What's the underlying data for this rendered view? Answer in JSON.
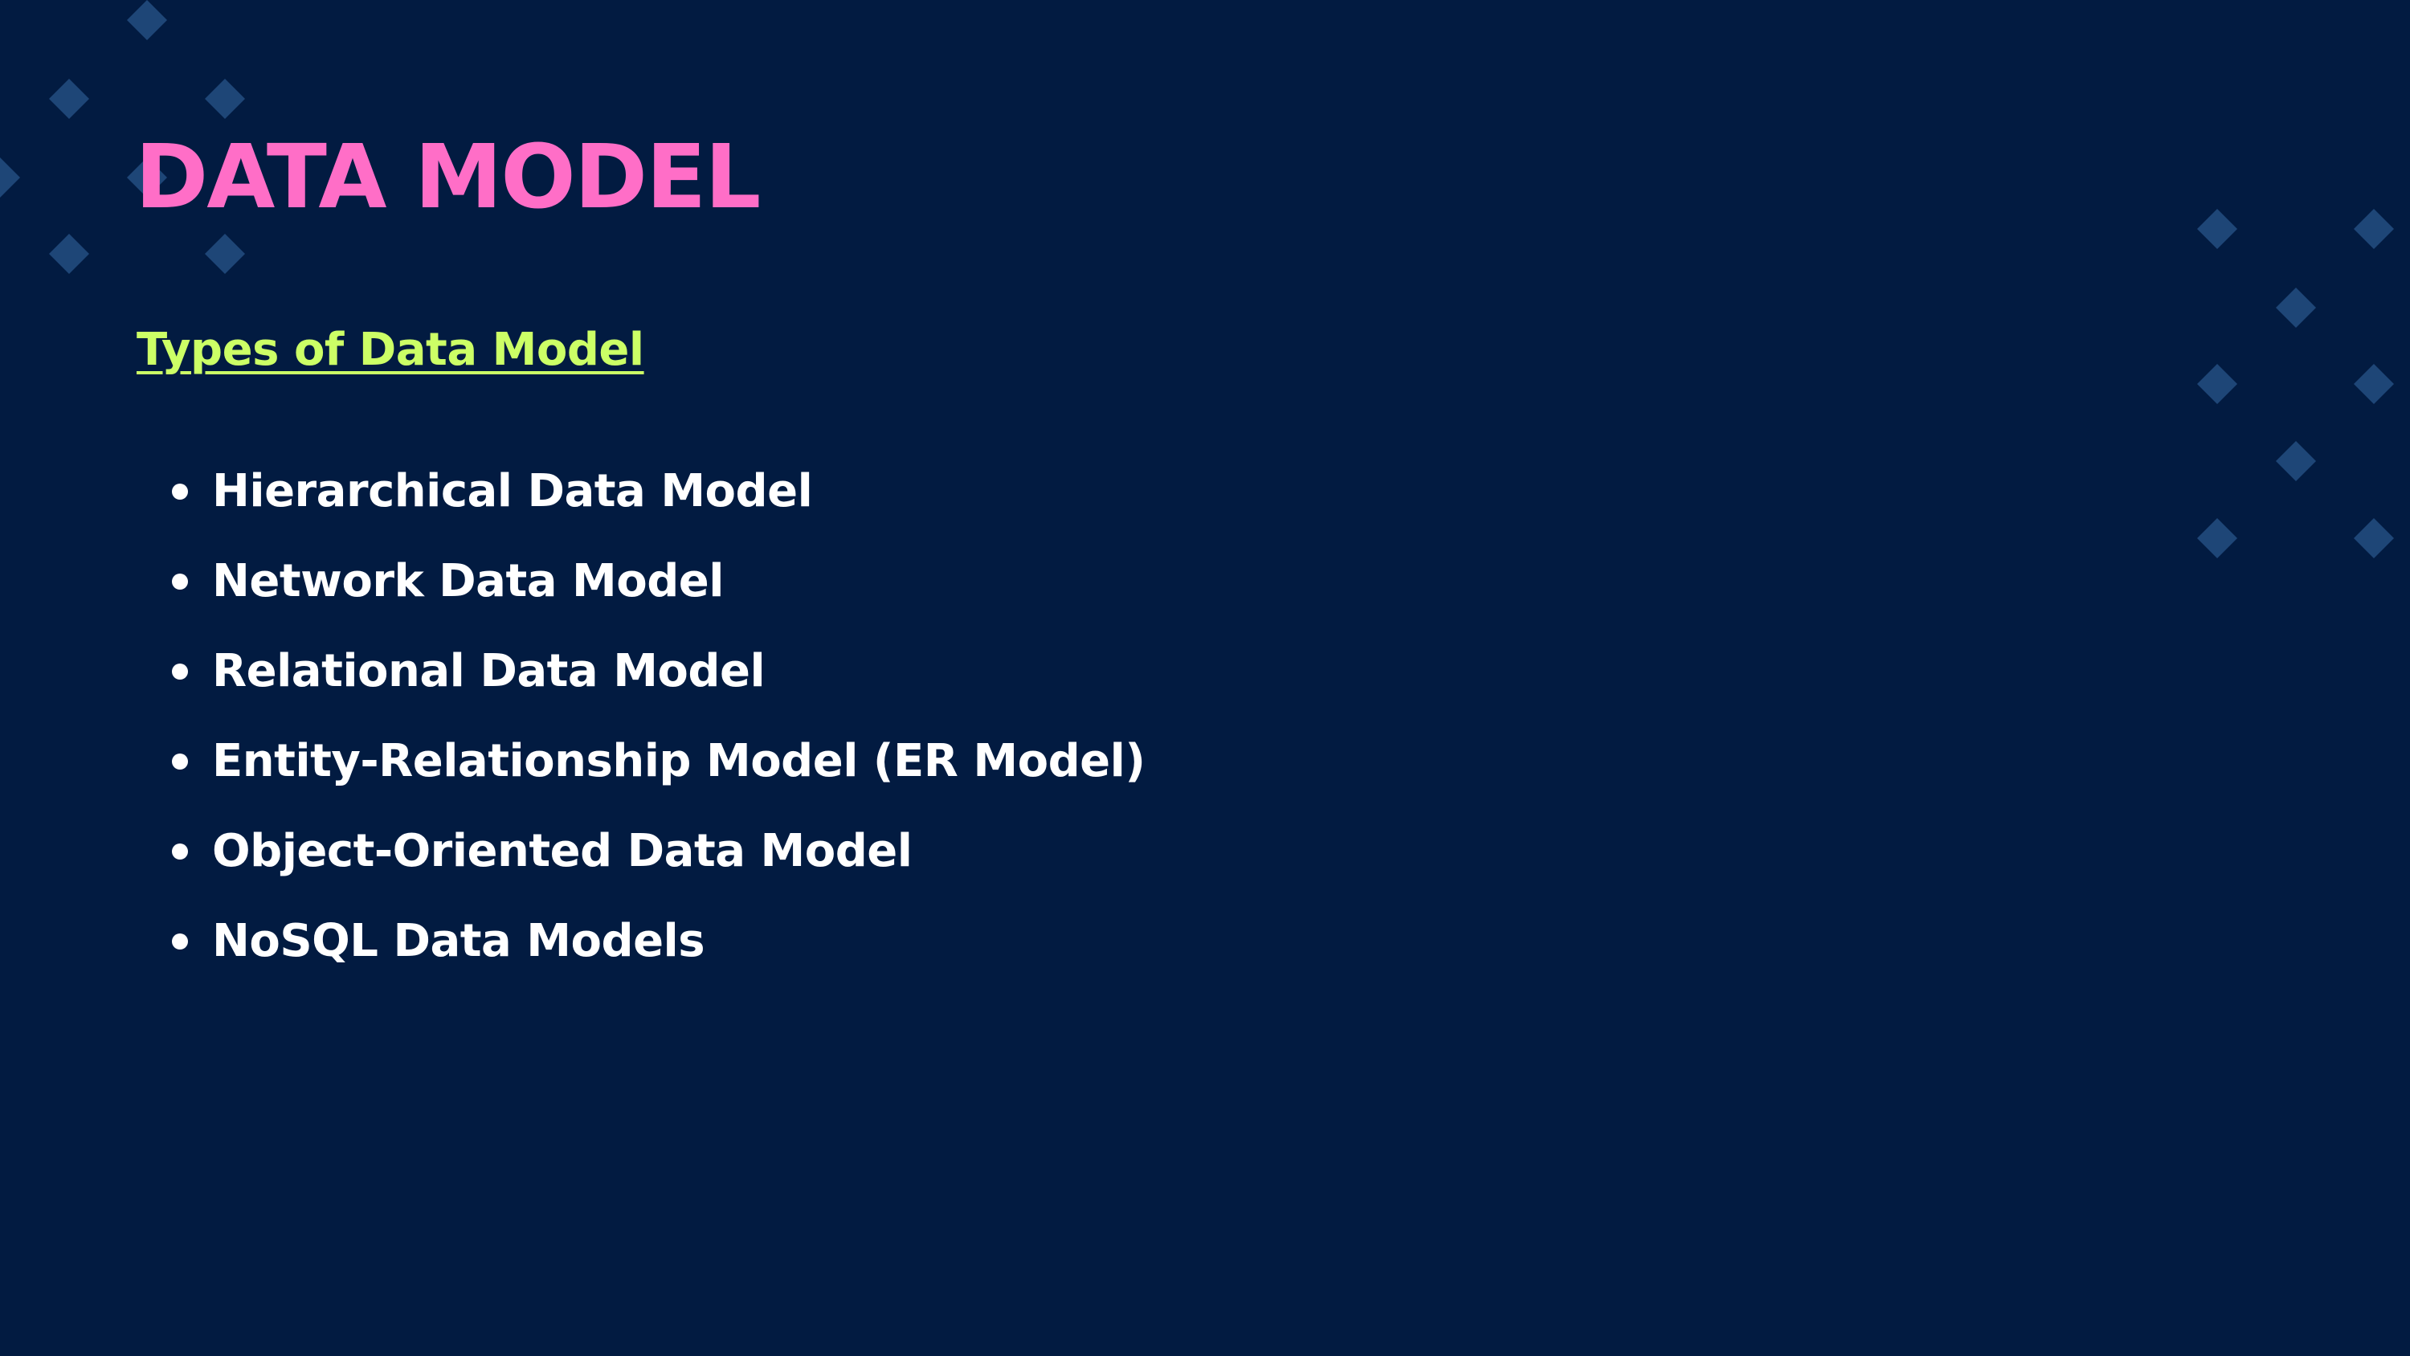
{
  "slide": {
    "title": "DATA MODEL",
    "subtitle": "Types of Data Model",
    "items": [
      {
        "label": "Hierarchical Data Model"
      },
      {
        "label": "Network Data Model"
      },
      {
        "label": "Relational Data Model"
      },
      {
        "label": "Entity-Relationship Model (ER Model)"
      },
      {
        "label": "Object-Oriented Data Model"
      },
      {
        "label": "NoSQL Data Models"
      }
    ]
  },
  "colors": {
    "background": "#021b41",
    "title": "#ff6ec7",
    "subtitle": "#ccff66",
    "body_text": "#ffffff",
    "decor": "#1e4677"
  }
}
